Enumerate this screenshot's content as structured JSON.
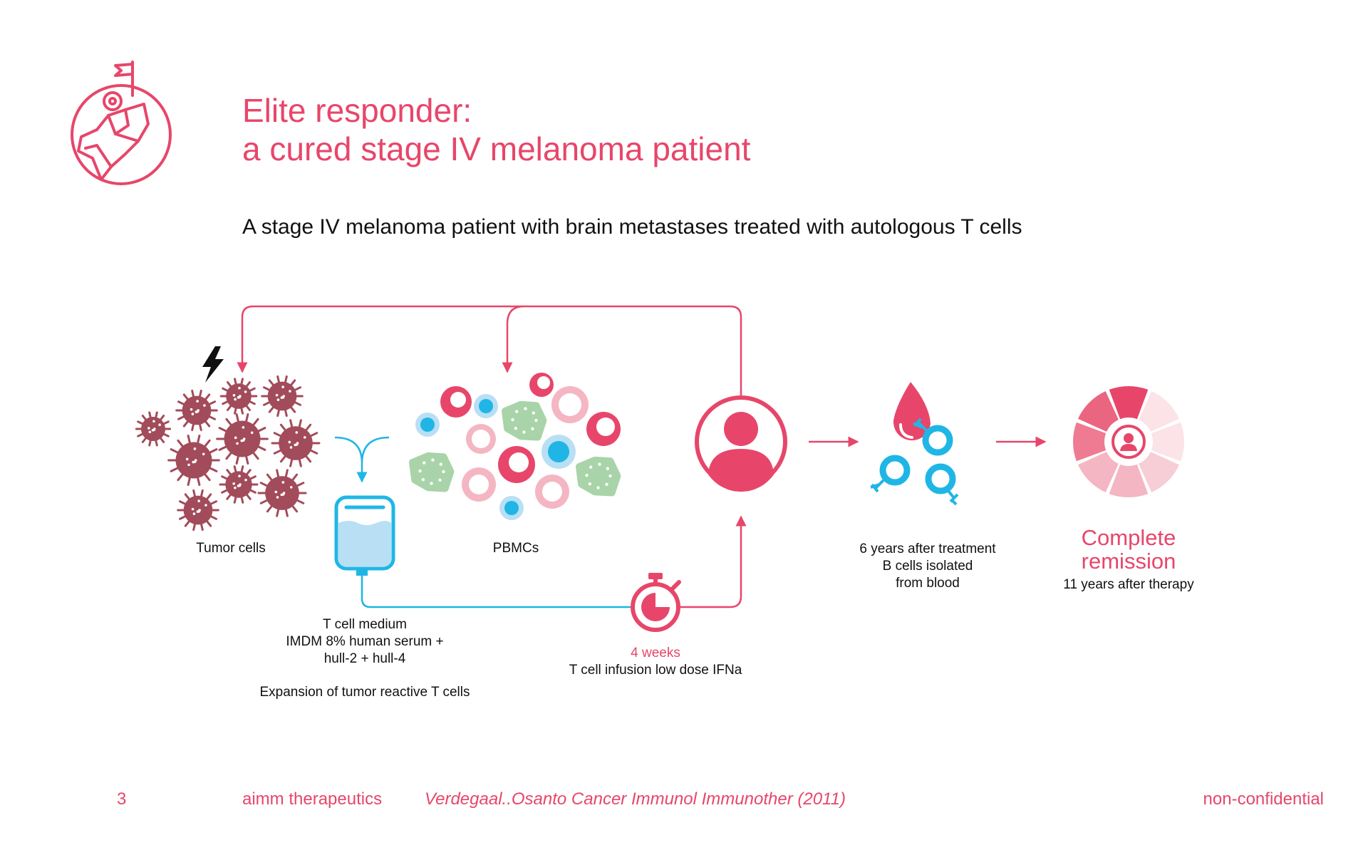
{
  "colors": {
    "accent": "#e7466a",
    "tumor": "#a24b5a",
    "blue": "#1fb6e6",
    "light_blue": "#b9dff5",
    "green": "#a9d3a8",
    "light_pink": "#f4b6c2",
    "pale_pink": "#fbe3e8"
  },
  "logo": {
    "icon": "carousel-horse-icon"
  },
  "title": {
    "line1": "Elite responder:",
    "line2": "a cured stage IV melanoma patient"
  },
  "subtitle": "A stage IV melanoma patient with brain metastases treated with autologous T cells",
  "diagram": {
    "tumor_label": "Tumor cells",
    "pbmc_label": "PBMCs",
    "medium_lines": [
      "T cell medium",
      "IMDM 8% human serum +",
      "hull-2 + hull-4"
    ],
    "expansion_label": "Expansion of tumor reactive T cells",
    "duration_label": "4 weeks",
    "infusion_label": "T cell infusion low dose IFNa",
    "bcell_lines": [
      "6 years after treatment",
      "B cells isolated",
      "from blood"
    ],
    "remission_lines": [
      "Complete",
      "remission"
    ],
    "remission_sub": "11 years after therapy",
    "icons": [
      "lightning-icon",
      "iv-bag-icon",
      "stopwatch-icon",
      "patient-icon",
      "blood-drop-icon",
      "b-cell-icon",
      "remission-wheel-icon"
    ]
  },
  "footer": {
    "page_number": "3",
    "company": "aimm therapeutics",
    "reference": "Verdegaal..Osanto Cancer Immunol Immunother (2011)",
    "confidentiality": "non-confidential"
  }
}
